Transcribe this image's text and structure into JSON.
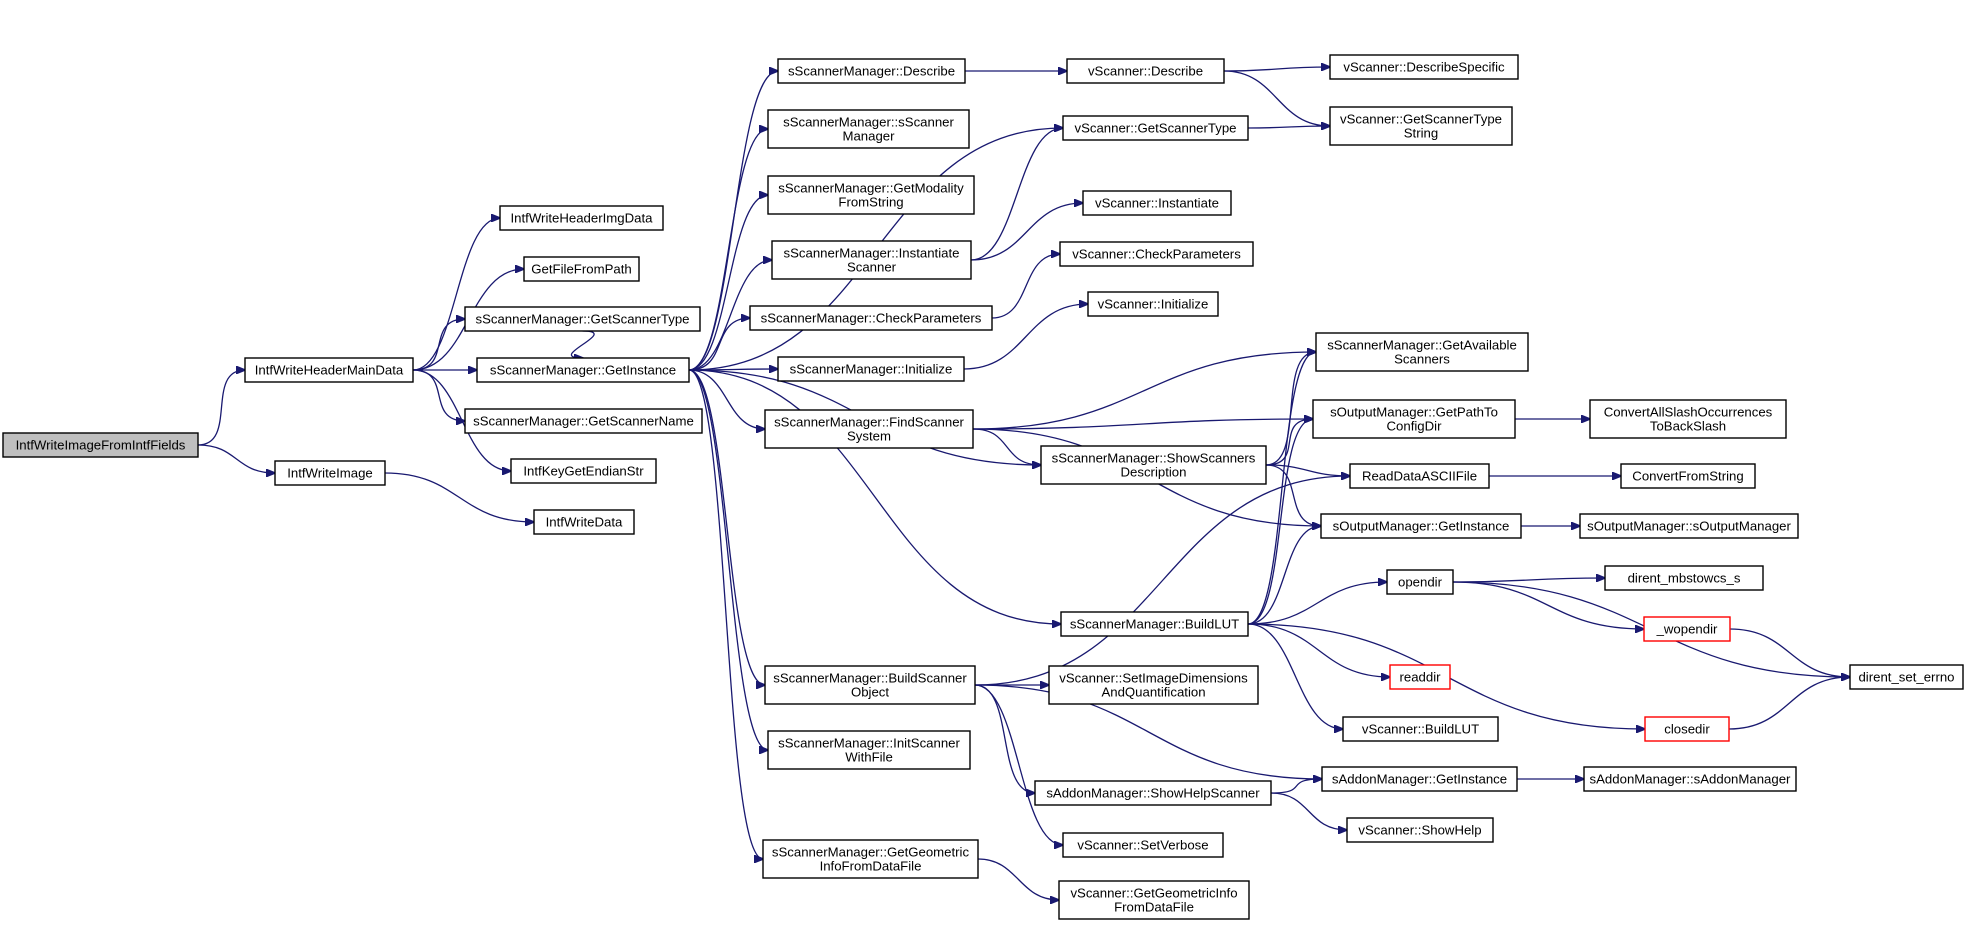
{
  "diagram": {
    "type": "call-graph",
    "colors": {
      "edge": "#191970",
      "node_border": "#000000",
      "root_fill": "#bfbfbf",
      "truncated_border": "#ff0000",
      "background": "#ffffff"
    },
    "nodes": [
      {
        "id": "n0",
        "lines": [
          "IntfWriteImageFromIntfFields"
        ],
        "root": true
      },
      {
        "id": "n1",
        "lines": [
          "IntfWriteHeaderMainData"
        ]
      },
      {
        "id": "n2",
        "lines": [
          "IntfWriteImage"
        ]
      },
      {
        "id": "n3",
        "lines": [
          "IntfWriteHeaderImgData"
        ]
      },
      {
        "id": "n4",
        "lines": [
          "GetFileFromPath"
        ]
      },
      {
        "id": "n5",
        "lines": [
          "sScannerManager::GetScannerType"
        ]
      },
      {
        "id": "n6",
        "lines": [
          "sScannerManager::GetInstance"
        ]
      },
      {
        "id": "n7",
        "lines": [
          "sScannerManager::GetScannerName"
        ]
      },
      {
        "id": "n8",
        "lines": [
          "IntfKeyGetEndianStr"
        ]
      },
      {
        "id": "n9",
        "lines": [
          "IntfWriteData"
        ]
      },
      {
        "id": "n10",
        "lines": [
          "sScannerManager::Describe"
        ]
      },
      {
        "id": "n11",
        "lines": [
          "sScannerManager::sScanner",
          "Manager"
        ]
      },
      {
        "id": "n12",
        "lines": [
          "sScannerManager::GetModality",
          "FromString"
        ]
      },
      {
        "id": "n13",
        "lines": [
          "sScannerManager::Instantiate",
          "Scanner"
        ]
      },
      {
        "id": "n14",
        "lines": [
          "sScannerManager::CheckParameters"
        ]
      },
      {
        "id": "n15",
        "lines": [
          "sScannerManager::Initialize"
        ]
      },
      {
        "id": "n16",
        "lines": [
          "sScannerManager::FindScanner",
          "System"
        ]
      },
      {
        "id": "n17",
        "lines": [
          "sScannerManager::BuildScanner",
          "Object"
        ]
      },
      {
        "id": "n18",
        "lines": [
          "sScannerManager::InitScanner",
          "WithFile"
        ]
      },
      {
        "id": "n19",
        "lines": [
          "sScannerManager::GetGeometric",
          "InfoFromDataFile"
        ]
      },
      {
        "id": "n20",
        "lines": [
          "vScanner::Describe"
        ]
      },
      {
        "id": "n21",
        "lines": [
          "vScanner::GetScannerType"
        ]
      },
      {
        "id": "n22",
        "lines": [
          "vScanner::Instantiate"
        ]
      },
      {
        "id": "n23",
        "lines": [
          "vScanner::CheckParameters"
        ]
      },
      {
        "id": "n24",
        "lines": [
          "vScanner::Initialize"
        ]
      },
      {
        "id": "n25",
        "lines": [
          "sScannerManager::ShowScanners",
          "Description"
        ]
      },
      {
        "id": "n26",
        "lines": [
          "sScannerManager::BuildLUT"
        ]
      },
      {
        "id": "n27",
        "lines": [
          "vScanner::SetImageDimensions",
          "AndQuantification"
        ]
      },
      {
        "id": "n28",
        "lines": [
          "sAddonManager::ShowHelpScanner"
        ]
      },
      {
        "id": "n29",
        "lines": [
          "vScanner::SetVerbose"
        ]
      },
      {
        "id": "n30",
        "lines": [
          "vScanner::GetGeometricInfo",
          "FromDataFile"
        ]
      },
      {
        "id": "n31",
        "lines": [
          "vScanner::DescribeSpecific"
        ]
      },
      {
        "id": "n32",
        "lines": [
          "vScanner::GetScannerType",
          "String"
        ]
      },
      {
        "id": "n33",
        "lines": [
          "sScannerManager::GetAvailable",
          "Scanners"
        ]
      },
      {
        "id": "n34",
        "lines": [
          "sOutputManager::GetPathTo",
          "ConfigDir"
        ]
      },
      {
        "id": "n35",
        "lines": [
          "ReadDataASCIIFile"
        ]
      },
      {
        "id": "n36",
        "lines": [
          "sOutputManager::GetInstance"
        ]
      },
      {
        "id": "n37",
        "lines": [
          "opendir"
        ]
      },
      {
        "id": "n38",
        "lines": [
          "readdir"
        ],
        "truncated": true
      },
      {
        "id": "n39",
        "lines": [
          "vScanner::BuildLUT"
        ]
      },
      {
        "id": "n40",
        "lines": [
          "sAddonManager::GetInstance"
        ]
      },
      {
        "id": "n41",
        "lines": [
          "vScanner::ShowHelp"
        ]
      },
      {
        "id": "n42",
        "lines": [
          "ConvertAllSlashOccurrences",
          "ToBackSlash"
        ]
      },
      {
        "id": "n43",
        "lines": [
          "ConvertFromString"
        ]
      },
      {
        "id": "n44",
        "lines": [
          "sOutputManager::sOutputManager"
        ]
      },
      {
        "id": "n45",
        "lines": [
          "dirent_mbstowcs_s"
        ]
      },
      {
        "id": "n46",
        "lines": [
          "_wopendir"
        ],
        "truncated": true
      },
      {
        "id": "n47",
        "lines": [
          "closedir"
        ],
        "truncated": true
      },
      {
        "id": "n48",
        "lines": [
          "dirent_set_errno"
        ]
      },
      {
        "id": "n49",
        "lines": [
          "sAddonManager::sAddonManager"
        ]
      }
    ],
    "edges": [
      [
        "n0",
        "n1"
      ],
      [
        "n0",
        "n2"
      ],
      [
        "n1",
        "n3"
      ],
      [
        "n1",
        "n4"
      ],
      [
        "n1",
        "n5"
      ],
      [
        "n1",
        "n6"
      ],
      [
        "n1",
        "n7"
      ],
      [
        "n1",
        "n8"
      ],
      [
        "n2",
        "n9"
      ],
      [
        "n5",
        "n6"
      ],
      [
        "n6",
        "n10"
      ],
      [
        "n6",
        "n11"
      ],
      [
        "n6",
        "n12"
      ],
      [
        "n6",
        "n13"
      ],
      [
        "n6",
        "n14"
      ],
      [
        "n6",
        "n15"
      ],
      [
        "n6",
        "n16"
      ],
      [
        "n6",
        "n17"
      ],
      [
        "n6",
        "n18"
      ],
      [
        "n6",
        "n19"
      ],
      [
        "n6",
        "n21"
      ],
      [
        "n6",
        "n25"
      ],
      [
        "n6",
        "n26"
      ],
      [
        "n10",
        "n20"
      ],
      [
        "n13",
        "n21"
      ],
      [
        "n13",
        "n22"
      ],
      [
        "n14",
        "n23"
      ],
      [
        "n15",
        "n24"
      ],
      [
        "n16",
        "n33"
      ],
      [
        "n16",
        "n34"
      ],
      [
        "n16",
        "n25"
      ],
      [
        "n16",
        "n36"
      ],
      [
        "n17",
        "n27"
      ],
      [
        "n17",
        "n40"
      ],
      [
        "n17",
        "n28"
      ],
      [
        "n17",
        "n29"
      ],
      [
        "n17",
        "n35"
      ],
      [
        "n19",
        "n30"
      ],
      [
        "n20",
        "n31"
      ],
      [
        "n20",
        "n32"
      ],
      [
        "n21",
        "n32"
      ],
      [
        "n25",
        "n33"
      ],
      [
        "n25",
        "n34"
      ],
      [
        "n25",
        "n35"
      ],
      [
        "n25",
        "n36"
      ],
      [
        "n26",
        "n33"
      ],
      [
        "n26",
        "n34"
      ],
      [
        "n26",
        "n36"
      ],
      [
        "n26",
        "n37"
      ],
      [
        "n26",
        "n38"
      ],
      [
        "n26",
        "n39"
      ],
      [
        "n26",
        "n47"
      ],
      [
        "n28",
        "n40"
      ],
      [
        "n28",
        "n41"
      ],
      [
        "n34",
        "n42"
      ],
      [
        "n35",
        "n43"
      ],
      [
        "n36",
        "n44"
      ],
      [
        "n37",
        "n45"
      ],
      [
        "n37",
        "n46"
      ],
      [
        "n37",
        "n48"
      ],
      [
        "n40",
        "n49"
      ],
      [
        "n46",
        "n48"
      ],
      [
        "n47",
        "n48"
      ]
    ]
  }
}
